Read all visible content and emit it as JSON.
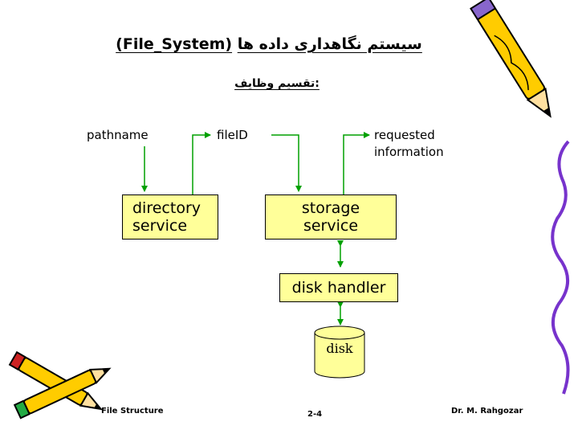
{
  "slide": {
    "title_rtl": "سیستم  نگاهداری داده ها ",
    "title_ltr": "(File_System)",
    "subtitle": ":تقسیم وظایف"
  },
  "diagram": {
    "labels": {
      "pathname": "pathname",
      "fileid": "fileID",
      "requested_line1": "requested",
      "requested_line2": "information"
    },
    "boxes": {
      "directory_line1": "directory",
      "directory_line2": "service",
      "storage_line1": "storage",
      "storage_line2": "service",
      "disk_handler": "disk handler",
      "disk": "disk"
    }
  },
  "footer": {
    "left": "File Structure",
    "center": "2-4",
    "right": "Dr. M. Rahgozar"
  },
  "colors": {
    "arrow": "#00a000",
    "box_fill": "#ffff99",
    "disk_fill": "#ffff99"
  }
}
